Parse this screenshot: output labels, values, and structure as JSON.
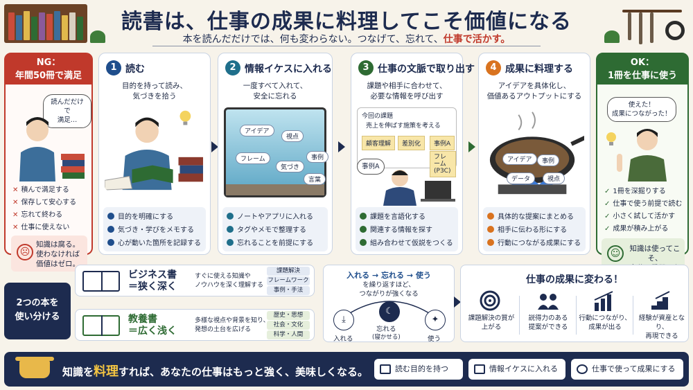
{
  "header": {
    "title": "読書は、仕事の成果に料理してこそ価値になる",
    "subtitle_prefix": "本を読んだだけでは、何も変わらない。つなげて、忘れて、",
    "subtitle_highlight": "仕事で活かす。"
  },
  "ng": {
    "heading": "NG：\n年間50冊で満足",
    "bubble": "読んだだけで\n満足…",
    "items": [
      "積んで満足する",
      "保存して安心する",
      "忘れて終わる",
      "仕事に使えない"
    ],
    "note": "知識は腐る。\n使わなければ\n価値はゼロ。"
  },
  "steps": [
    {
      "num": "1",
      "title": "読む",
      "desc": "目的を持って読み、\n気づきを拾う",
      "items": [
        "目的を明確にする",
        "気づき・学びをメモする",
        "心が動いた箇所を記録する"
      ],
      "color": "#1f4e8c"
    },
    {
      "num": "2",
      "title": "情報イケスに入れる",
      "desc": "一度すべて入れて、\n安全に忘れる",
      "items": [
        "ノートやアプリに入れる",
        "タグやメモで整理する",
        "忘れることを前提にする"
      ],
      "color": "#1f6f8b",
      "tags": [
        "アイデア",
        "視点",
        "フレーム",
        "気づき",
        "事例",
        "言葉"
      ]
    },
    {
      "num": "3",
      "title": "仕事の文脈で取り出す",
      "desc": "課題や相手に合わせて、\n必要な情報を呼び出す",
      "items": [
        "課題を言語化する",
        "関連する情報を探す",
        "組み合わせて仮説をつくる"
      ],
      "color": "#2e6b33",
      "board_title": "今回の課題",
      "board_sub": "売上を伸ばす施策を考える",
      "notes": [
        "顧客理解",
        "差別化",
        "事例A",
        "フレーム\n(P3C)"
      ],
      "bubble": "事例A"
    },
    {
      "num": "4",
      "title": "成果に料理する",
      "desc": "アイデアを具体化し、\n価値あるアウトプットにする",
      "items": [
        "具体的な提案にまとめる",
        "相手に伝わる形にする",
        "行動につながる成果にする"
      ],
      "color": "#d9731f",
      "tags": [
        "アイデア",
        "事例",
        "データ",
        "視点"
      ]
    }
  ],
  "ok": {
    "heading": "OK：\n1冊を仕事に使う",
    "bubble": "使えた！\n成果につながった！",
    "items": [
      "1冊を深掘りする",
      "仕事で使う前提で読む",
      "小さく試して活かす",
      "成果が積み上がる"
    ],
    "note": "知識は使ってこそ、\n自分の武器になる。"
  },
  "books": {
    "label": "2つの本を\n使い分ける",
    "business": {
      "title": "ビジネス書\n＝狭く深く",
      "desc": "すぐに使える知識や\nノウハウを深く理解する",
      "chips": [
        "課題解決",
        "フレームワーク",
        "事例・手法"
      ]
    },
    "culture": {
      "title": "教養書\n＝広く浅く",
      "desc": "多様な視点や背景を知り、\n発想の土台を広げる",
      "chips": [
        "歴史・思想",
        "社会・文化",
        "科学・人間"
      ]
    }
  },
  "cycle": {
    "title": "入れる → 忘れる → 使う",
    "sub": "を繰り返すほど、\nつながりが強くなる",
    "nodes": [
      "入れる",
      "忘れる",
      "(寝かせる)",
      "使う"
    ]
  },
  "results": {
    "title": "仕事の成果に変わる！",
    "items": [
      "課題解決の質が\n上がる",
      "説得力のある\n提案ができる",
      "行動につながり、\n成果が出る",
      "経験が資産となり、\n再現できる"
    ]
  },
  "banner": {
    "pre": "知識を",
    "hl": "料理",
    "post": "すれば、あなたの仕事はもっと強く、美味しくなる。",
    "tags": [
      "読む目的を持つ",
      "情報イケスに入れる",
      "仕事で使って成果にする"
    ]
  },
  "colors": {
    "navy": "#1d2b4f",
    "ng": "#c0392b",
    "ok": "#2e6b33",
    "orange": "#d9731f",
    "accent": "#f4c542"
  }
}
